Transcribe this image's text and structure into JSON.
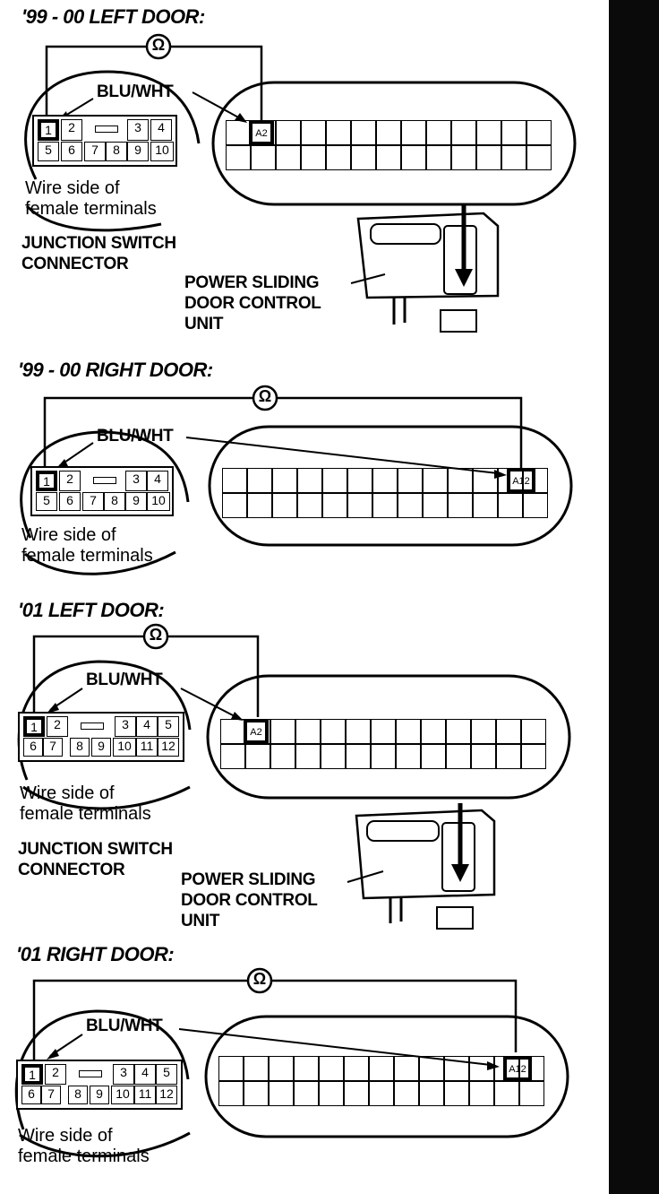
{
  "sections": [
    {
      "title": "'99 - 00 LEFT DOOR:",
      "wire_label": "BLU/WHT",
      "ohm_symbol": "Ω",
      "switch_pins_row1": [
        "1",
        "2",
        "",
        "3",
        "4"
      ],
      "switch_pins_row2": [
        "5",
        "6",
        "7",
        "8",
        "9",
        "10"
      ],
      "unit_pin_label": "A2",
      "terminal_note_line1": "Wire side of",
      "terminal_note_line2": "female terminals",
      "connector_caption_line1": "JUNCTION SWITCH",
      "connector_caption_line2": "CONNECTOR",
      "control_unit_line1": "POWER SLIDING",
      "control_unit_line2": "DOOR CONTROL",
      "control_unit_line3": "UNIT"
    },
    {
      "title": "'99 - 00 RIGHT DOOR:",
      "wire_label": "BLU/WHT",
      "ohm_symbol": "Ω",
      "switch_pins_row1": [
        "1",
        "2",
        "",
        "3",
        "4"
      ],
      "switch_pins_row2": [
        "5",
        "6",
        "7",
        "8",
        "9",
        "10"
      ],
      "unit_pin_label": "A12",
      "terminal_note_line1": "Wire side of",
      "terminal_note_line2": "female terminals"
    },
    {
      "title": "'01 LEFT DOOR:",
      "wire_label": "BLU/WHT",
      "ohm_symbol": "Ω",
      "switch_pins_row1": [
        "1",
        "2",
        "",
        "3",
        "4",
        "5"
      ],
      "switch_pins_row2": [
        "6",
        "7",
        "8",
        "9",
        "10",
        "11",
        "12"
      ],
      "unit_pin_label": "A2",
      "terminal_note_line1": "Wire side of",
      "terminal_note_line2": "female terminals",
      "connector_caption_line1": "JUNCTION SWITCH",
      "connector_caption_line2": "CONNECTOR",
      "control_unit_line1": "POWER SLIDING",
      "control_unit_line2": "DOOR CONTROL",
      "control_unit_line3": "UNIT"
    },
    {
      "title": "'01 RIGHT DOOR:",
      "wire_label": "BLU/WHT",
      "ohm_symbol": "Ω",
      "switch_pins_row1": [
        "1",
        "2",
        "",
        "3",
        "4",
        "5"
      ],
      "switch_pins_row2": [
        "6",
        "7",
        "8",
        "9",
        "10",
        "11",
        "12"
      ],
      "unit_pin_label": "A12",
      "terminal_note_line1": "Wire side of",
      "terminal_note_line2": "female terminals"
    }
  ]
}
